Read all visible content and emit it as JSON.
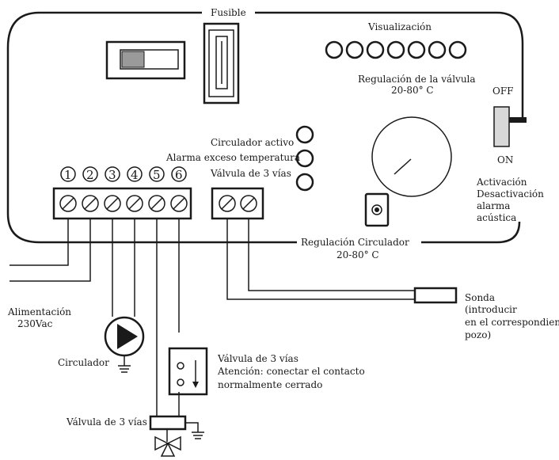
{
  "labels": {
    "fusible": "Fusible",
    "visualizacion": "Visualización",
    "regulacion_valvula_1": "Regulación de la válvula",
    "regulacion_valvula_2": "20-80° C",
    "off": "OFF",
    "on": "ON",
    "activacion_1": "Activación",
    "activacion_2": "Desactivación",
    "activacion_3": "alarma",
    "activacion_4": "acústica",
    "circulador_activo": "Circulador activo",
    "alarma_exceso": "Alarma exceso temperatura",
    "valvula_3_vias_led": "Válvula de 3 vías",
    "regulacion_circulador_1": "Regulación Circulador",
    "regulacion_circulador_2": "20-80° C",
    "alimentacion_1": "Alimentación",
    "alimentacion_2": "230Vac",
    "circulador": "Circulador",
    "valvula_info_1": "Válvula de 3 vías",
    "valvula_info_2": "Atención: conectar el contacto",
    "valvula_info_3": "normalmente cerrado",
    "valvula_bottom": "Válvula de 3 vías",
    "sonda_1": "Sonda",
    "sonda_2": "(introducir",
    "sonda_3": "en el correspondiente",
    "sonda_4": "pozo)"
  },
  "terminal_numbers": [
    "1",
    "2",
    "3",
    "4",
    "5",
    "6"
  ]
}
